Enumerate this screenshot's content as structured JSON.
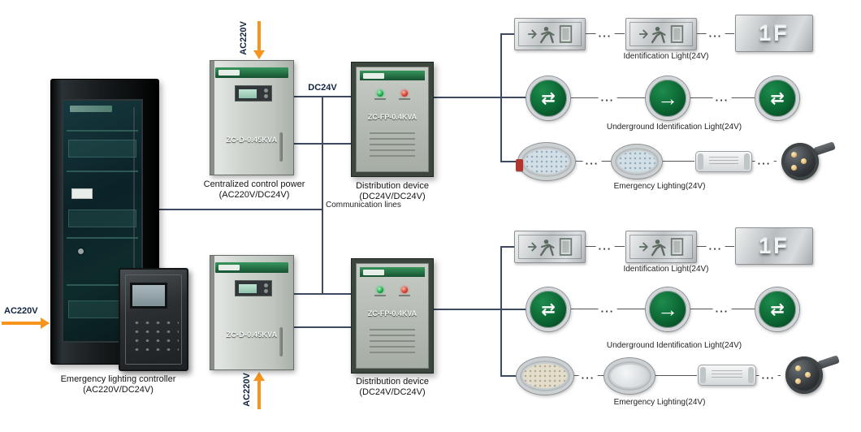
{
  "colors": {
    "accent_orange": "#F7941D",
    "wire": "#3D4A5F",
    "band_green": "#175231",
    "light_green": "#0B6532"
  },
  "labels": {
    "ac220v_input": "AC220V",
    "ac220v_top": "AC220V",
    "ac220v_bottom": "AC220V",
    "dc24v": "DC24V",
    "communication_lines": "Communication lines",
    "ellipsis": "..."
  },
  "devices": {
    "controller": {
      "caption_line1": "Emergency lighting controller",
      "caption_line2": "(AC220V/DC24V)"
    },
    "centralized_control_power": {
      "model": "ZC-D-0.45KVA",
      "caption_line1": "Centralized control power",
      "caption_line2": "(AC220V/DC24V)"
    },
    "distribution_device": {
      "model": "ZC-FP-0.4KVA",
      "caption_line1": "Distribution device",
      "caption_line2": "(DC24V/DC24V)"
    }
  },
  "rows": {
    "identification_light_label": "Identification Light(24V)",
    "underground_identification_light_label": "Underground Identification Light(24V)",
    "emergency_lighting_label": "Emergency Lighting(24V)",
    "floor_sign": "1F"
  },
  "icons": {
    "double_arrow": "⇄",
    "right_arrow": "→"
  }
}
